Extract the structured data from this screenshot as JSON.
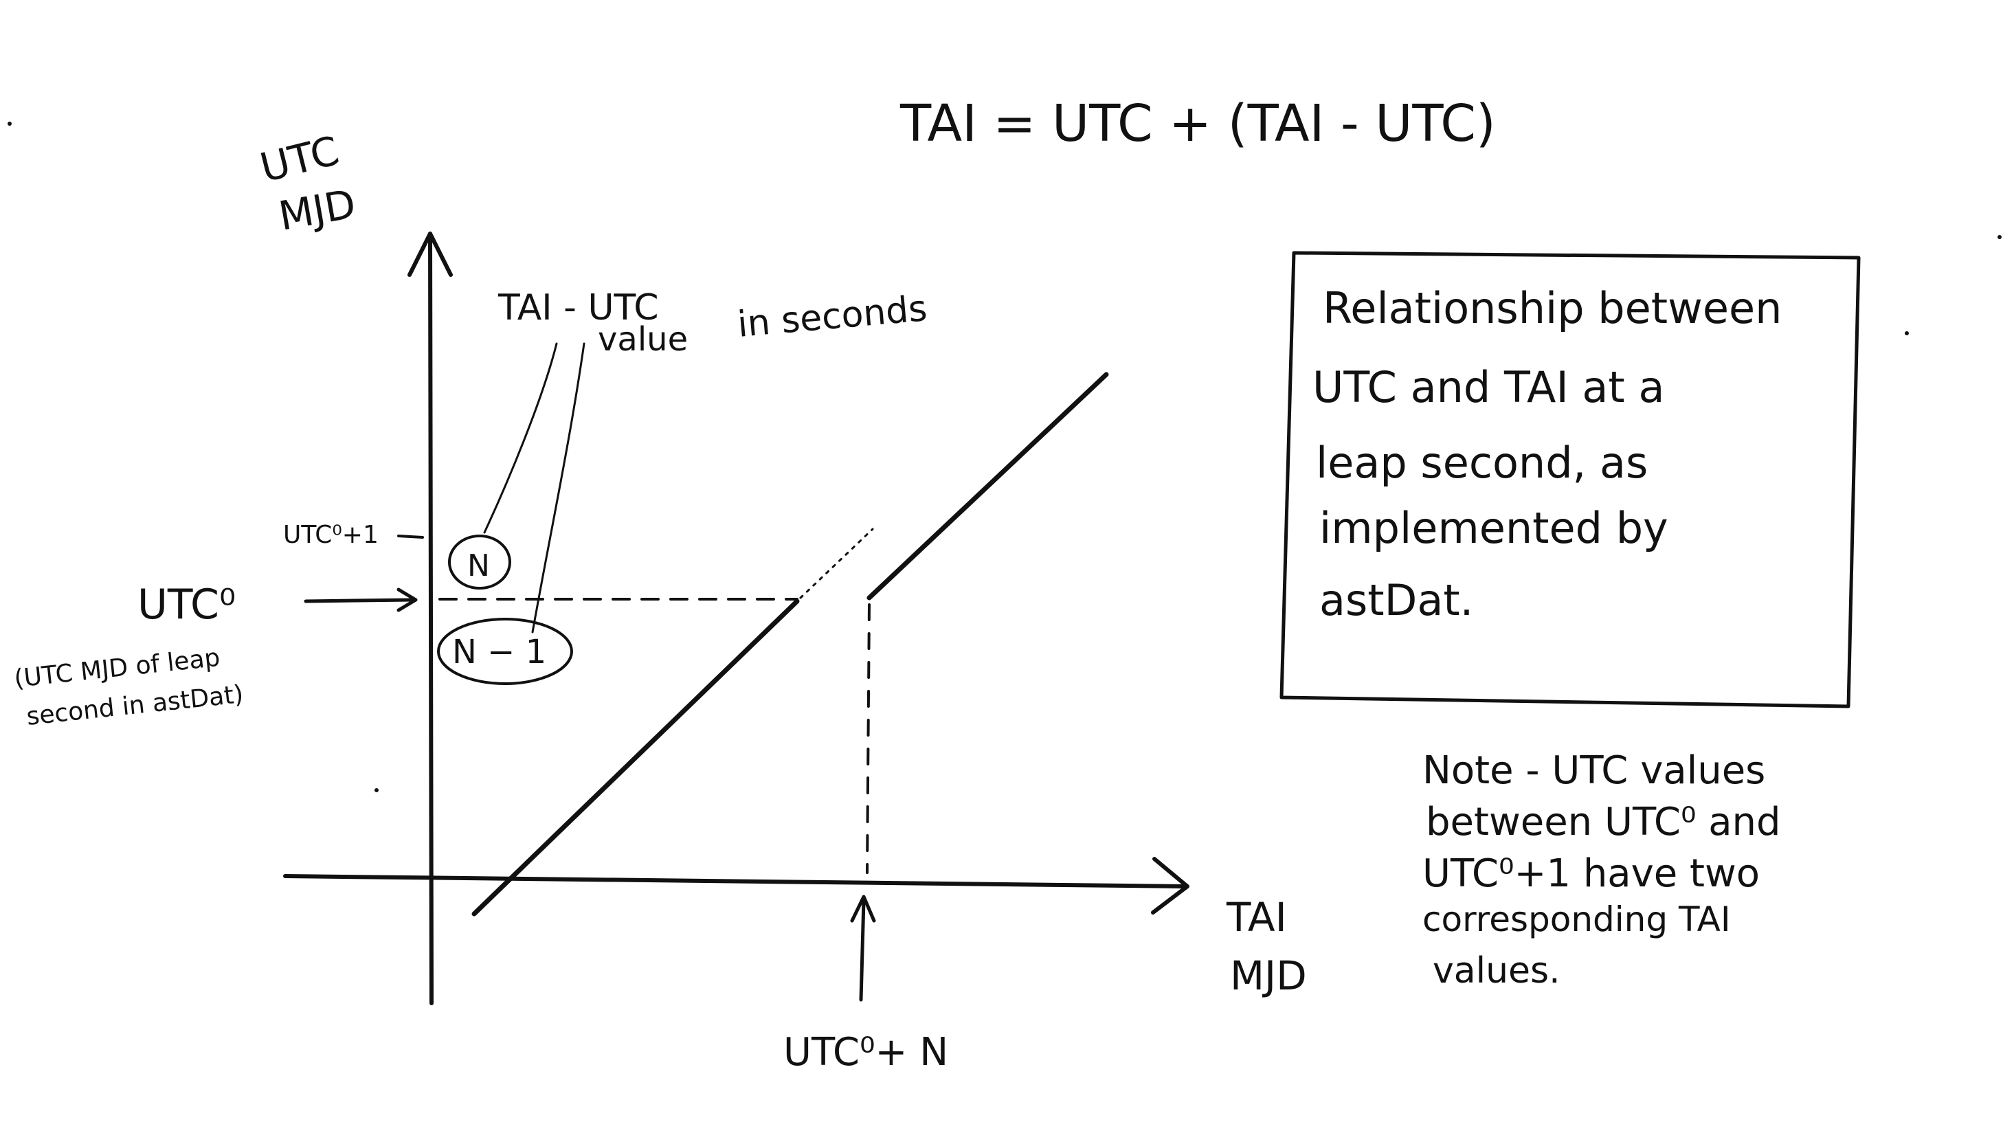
{
  "equation": "TAI = UTC + (TAI - UTC)",
  "axes": {
    "y_label_line1": "UTC",
    "y_label_line2": "MJD",
    "x_label_line1": "TAI",
    "x_label_line2": "MJD"
  },
  "annotations": {
    "tai_utc_line1": "TAI - UTC",
    "tai_utc_line2": "value",
    "tai_utc_line3": "in seconds",
    "utc0_plus_1": "UTC⁰+1",
    "utc0": "UTC⁰",
    "utc0_note_line1": "(UTC MJD of leap",
    "utc0_note_line2": "second in astDat)",
    "bubble_n": "N",
    "bubble_n_minus_1": "N − 1",
    "x_marker": "UTC⁰+ N"
  },
  "box": {
    "line1": "Relationship between",
    "line2": "UTC and TAI at a",
    "line3": "leap second, as",
    "line4": "implemented by",
    "line5": "astDat."
  },
  "note": {
    "line1": "Note - UTC values",
    "line2": "between UTC⁰ and",
    "line3": "UTC⁰+1 have two",
    "line4": "corresponding TAI",
    "line5": "values."
  },
  "colors": {
    "ink": "#111111",
    "paper": "#ffffff"
  }
}
